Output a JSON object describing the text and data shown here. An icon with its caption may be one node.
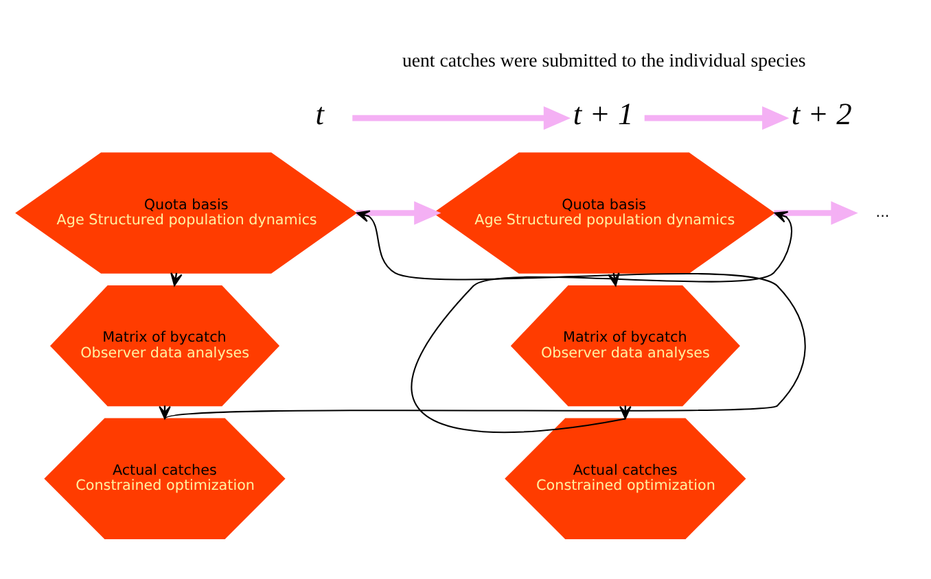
{
  "diagram": {
    "nodes": [
      {
        "text": [
          "t"
        ]
      },
      {
        "text": [
          "t + 1"
        ]
      },
      {
        "text": [
          "t + 2"
        ]
      },
      {
        "text": [
          "Quota basis",
          "Age Structured population dynamics"
        ]
      },
      {
        "text": [
          "Matrix of bycatch",
          "Observer data analyses"
        ]
      },
      {
        "text": [
          "Actual catches",
          "Constrained optimization"
        ]
      },
      {
        "text": [
          "Quota basis",
          "Age Structured population dynamics"
        ]
      },
      {
        "text": [
          "Matrix of bycatch",
          "Observer data analyses"
        ]
      },
      {
        "text": [
          "Actual catches",
          "Constrained optimization"
        ]
      },
      {
        "text": [
          "..."
        ]
      }
    ],
    "edges": [
      {
        "from": 0,
        "to": 1,
        "arrow": "to",
        "style": "thick",
        "color": "#f4b0f4"
      },
      {
        "from": 1,
        "to": 2,
        "arrow": "to",
        "style": "thick",
        "color": "#f4b0f4"
      },
      {
        "from": 3,
        "to": 4,
        "arrow": "to"
      },
      {
        "from": 4,
        "to": 5,
        "arrow": "to"
      },
      {
        "from": 5,
        "to": 3,
        "arrow": "to"
      },
      {
        "from": 3,
        "to": 6,
        "arrow": "to",
        "style": "thick",
        "color": "#f4b0f4"
      },
      {
        "from": 6,
        "to": 7,
        "arrow": "to"
      },
      {
        "from": 7,
        "to": 8,
        "arrow": "to"
      },
      {
        "from": 8,
        "to": 6,
        "arrow": "to"
      },
      {
        "from": 6,
        "to": 9,
        "arrow": "to",
        "style": "thick",
        "color": "#f4b0f4"
      }
    ],
    "labels": [
      "uent catches were submitted to the individual species"
    ]
  }
}
